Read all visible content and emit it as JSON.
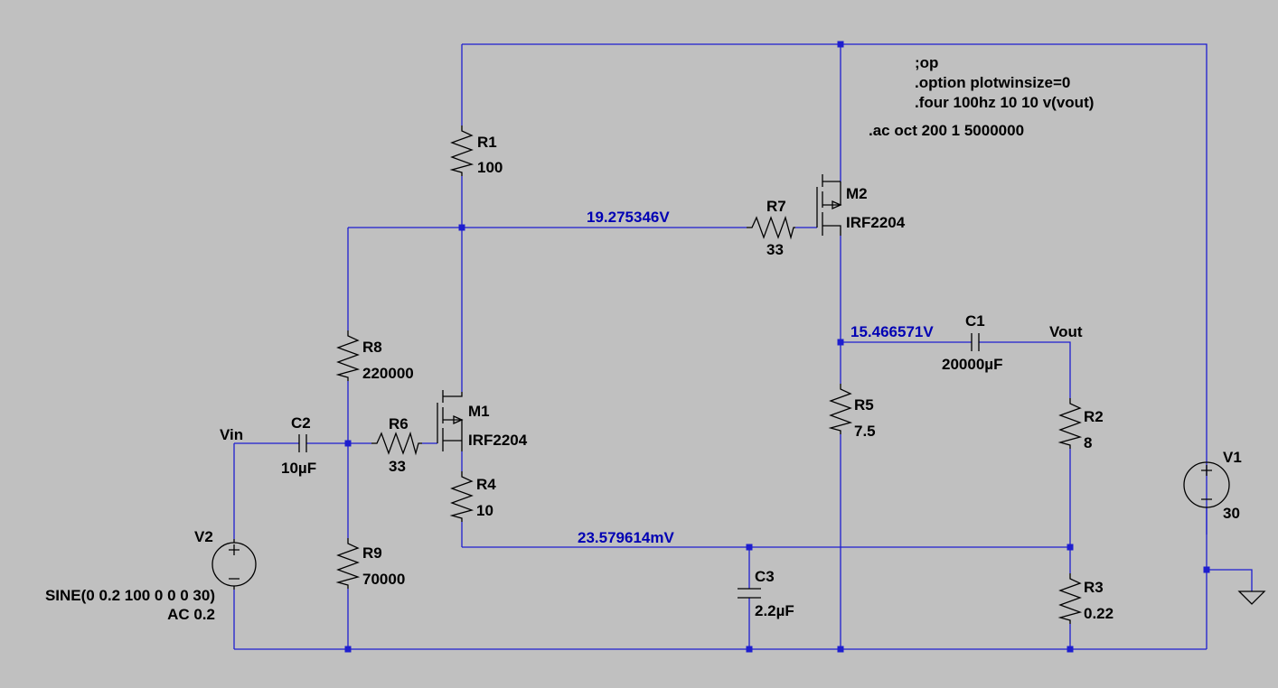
{
  "directives": [
    ";op",
    ".option plotwinsize=0",
    ".four 100hz 10 10 v(vout)",
    ".ac oct 200 1 5000000"
  ],
  "node_voltages": {
    "gate_drive": "19.275346V",
    "output": "15.466571V",
    "source": "23.579614mV"
  },
  "net_labels": {
    "vin": "Vin",
    "vout": "Vout"
  },
  "components": {
    "R1": {
      "name": "R1",
      "value": "100"
    },
    "R2": {
      "name": "R2",
      "value": "8"
    },
    "R3": {
      "name": "R3",
      "value": "0.22"
    },
    "R4": {
      "name": "R4",
      "value": "10"
    },
    "R5": {
      "name": "R5",
      "value": "7.5"
    },
    "R6": {
      "name": "R6",
      "value": "33"
    },
    "R7": {
      "name": "R7",
      "value": "33"
    },
    "R8": {
      "name": "R8",
      "value": "220000"
    },
    "R9": {
      "name": "R9",
      "value": "70000"
    },
    "C1": {
      "name": "C1",
      "value": "20000µF"
    },
    "C2": {
      "name": "C2",
      "value": "10µF"
    },
    "C3": {
      "name": "C3",
      "value": "2.2µF"
    },
    "M1": {
      "name": "M1",
      "value": "IRF2204"
    },
    "M2": {
      "name": "M2",
      "value": "IRF2204"
    },
    "V1": {
      "name": "V1",
      "value": "30"
    },
    "V2": {
      "name": "V2",
      "value": "SINE(0 0.2 100 0 0 0 30)",
      "value2": "AC 0.2"
    }
  },
  "colors": {
    "background": "#c0c0c0",
    "wire": "#1e1ecf",
    "voltage_text": "#0000b4",
    "component": "#000000"
  }
}
